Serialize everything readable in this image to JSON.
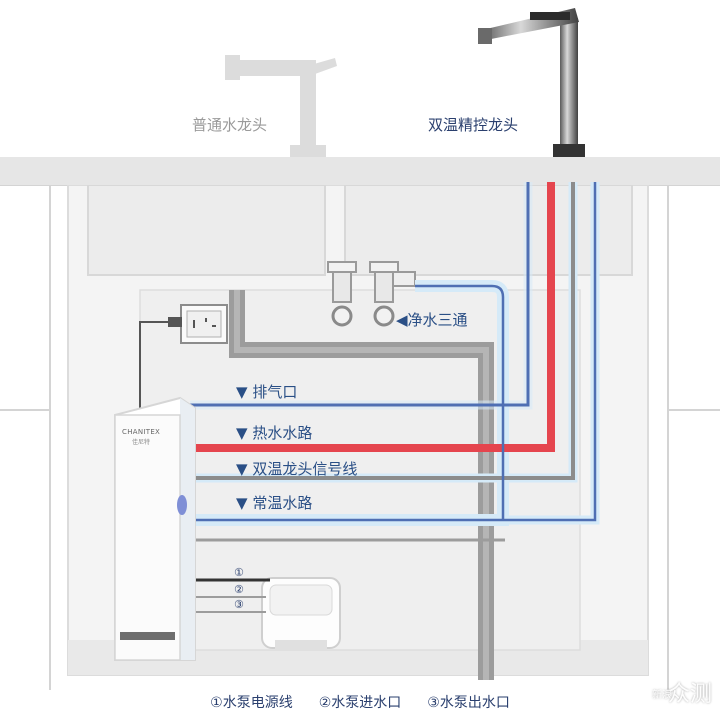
{
  "labels": {
    "normal_faucet": "普通水龙头",
    "dual_faucet": "双温精控龙头",
    "tee": "净水三通",
    "exhaust": "排气口",
    "hot_water": "热水水路",
    "signal_line": "双温龙头信号线",
    "normal_water": "常温水路"
  },
  "device": {
    "brand": "CHANITEX",
    "sub": "佳尼特"
  },
  "markers": [
    "①",
    "②",
    "③"
  ],
  "legend": [
    "①水泵电源线",
    "②水泵进水口",
    "③水泵出水口"
  ],
  "watermark": {
    "sina": "新浪",
    "text": "众测"
  },
  "colors": {
    "cabinet_line": "#cfcfcf",
    "counter": "#e6e6e6",
    "pipe_gray": "#9c9c9c",
    "pipe_blue": "#4f6fb3",
    "pipe_red": "#e5454e",
    "pipe_glow": "#d5eaf8",
    "text_blue": "#2a4f86"
  }
}
